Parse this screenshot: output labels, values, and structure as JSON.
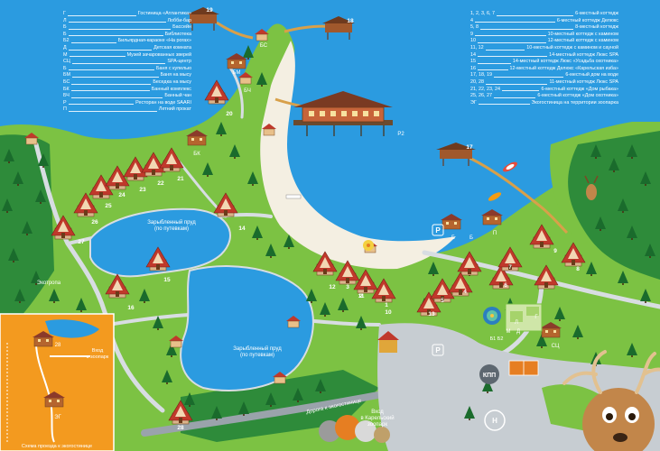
{
  "legend_left": [
    {
      "code": "Г",
      "text": "Гостиница «Атлантика»"
    },
    {
      "code": "Л",
      "text": "Лобби-бар"
    },
    {
      "code": "Б",
      "text": "Бассейн"
    },
    {
      "code": "Б",
      "text": "Библиотека"
    },
    {
      "code": "Б2",
      "text": "Бильярдная-караоке «На рогах»"
    },
    {
      "code": "Д",
      "text": "Детская комната"
    },
    {
      "code": "М",
      "text": "Музей зачарованных зверей"
    },
    {
      "code": "СЦ",
      "text": "SPA-центр"
    },
    {
      "code": "Б",
      "text": "Баня с купелью"
    },
    {
      "code": "БМ",
      "text": "Баня на мысу"
    },
    {
      "code": "БС",
      "text": "Беседка на мысу"
    },
    {
      "code": "БК",
      "text": "Банный комплекс"
    },
    {
      "code": "БЧ",
      "text": "Банный чан"
    },
    {
      "code": "Р",
      "text": "Ресторан на воде SAARI"
    },
    {
      "code": "П",
      "text": "Летний прокат"
    }
  ],
  "legend_right": [
    {
      "code": "1, 2, 3, 6, 7",
      "text": "6-местный коттедж"
    },
    {
      "code": "4",
      "text": "6-местный коттедж Делюкс"
    },
    {
      "code": "5, 8",
      "text": "8-местный коттедж"
    },
    {
      "code": "9",
      "text": "10-местный коттедж с камином"
    },
    {
      "code": "10",
      "text": "12-местный коттедж с камином"
    },
    {
      "code": "11, 12",
      "text": "10-местный коттедж с камином и сауной"
    },
    {
      "code": "14",
      "text": "14-местный коттедж Люкс SPA"
    },
    {
      "code": "15",
      "text": "14-местный коттедж Люкс «Усадьба охотника»"
    },
    {
      "code": "16",
      "text": "12-местный коттедж Делюкс «Карельская изба»"
    },
    {
      "code": "17, 18, 19",
      "text": "6-местный дом на воде"
    },
    {
      "code": "20, 28",
      "text": "11-местный коттедж Люкс SPA"
    },
    {
      "code": "21, 22, 23, 24",
      "text": "6-местный коттедж «Дом рыбака»"
    },
    {
      "code": "25, 26, 27",
      "text": "6-местный коттедж «Дом охотника»"
    },
    {
      "code": "ЭГ",
      "text": "Экогостиница на территории зоопарка"
    }
  ],
  "labels": {
    "pond_top": [
      "Зарыбленный пруд",
      "(по путевкам)"
    ],
    "pond_bottom": [
      "Зарыбленный пруд",
      "(по путевкам)"
    ],
    "ecotrail": "Экотропа",
    "road": "Дорога к экогостинице",
    "zoo_entrance": [
      "Вход",
      "в Карельский",
      "зоопарк"
    ],
    "inset_entrance": [
      "Вход",
      "в зоопарк"
    ],
    "inset_caption": "Схема проезда к экогостинице",
    "kpp": "КПП",
    "parking": "P",
    "helipad": "H",
    "restaurant": "Р2",
    "inset_28": "28",
    "inset_eg": "ЭГ"
  },
  "houses": [
    {
      "n": "1"
    },
    {
      "n": "2"
    },
    {
      "n": "3"
    },
    {
      "n": "4"
    },
    {
      "n": "5"
    },
    {
      "n": "6"
    },
    {
      "n": "7"
    },
    {
      "n": "8"
    },
    {
      "n": "9"
    },
    {
      "n": "10"
    },
    {
      "n": "11"
    },
    {
      "n": "12"
    },
    {
      "n": "13"
    },
    {
      "n": "14"
    },
    {
      "n": "15"
    },
    {
      "n": "16"
    },
    {
      "n": "17"
    },
    {
      "n": "18"
    },
    {
      "n": "19"
    },
    {
      "n": "20"
    },
    {
      "n": "21"
    },
    {
      "n": "22"
    },
    {
      "n": "23"
    },
    {
      "n": "24"
    },
    {
      "n": "25"
    },
    {
      "n": "26"
    },
    {
      "n": "27"
    },
    {
      "n": "28"
    }
  ],
  "codes": {
    "bs": "БС",
    "bm": "БМ",
    "bch": "БЧ",
    "bk": "БК",
    "b1": "Б",
    "b2": "Б",
    "p": "П",
    "sc": "СЦ",
    "g": "Г",
    "l": "Л",
    "m": "М",
    "d": "Д",
    "b_b2": "Б1 Б2"
  },
  "colors": {
    "water": "#2b9be0",
    "land": "#7cc243",
    "forest": "#2e8b3a",
    "sand": "#f4efe2",
    "roof": "#c0392b",
    "inset": "#f39a1f"
  }
}
